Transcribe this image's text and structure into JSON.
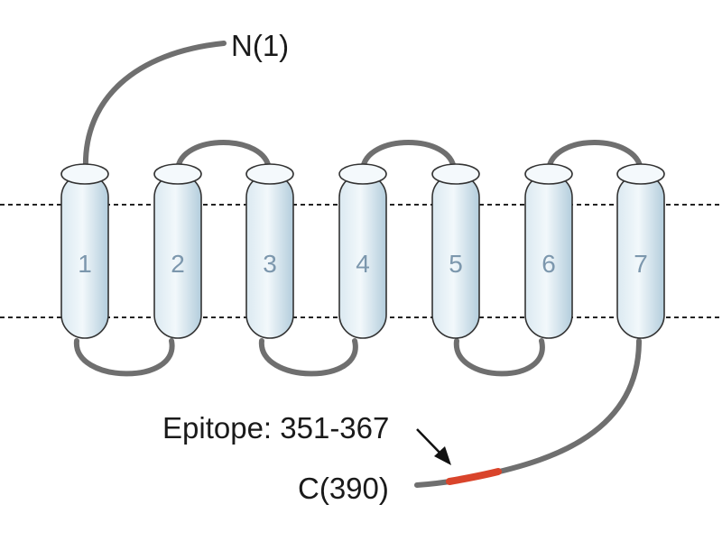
{
  "labels": {
    "n_terminus": "N(1)",
    "c_terminus": "C(390)",
    "epitope": "Epitope: 351-367"
  },
  "helices": [
    {
      "number": "1"
    },
    {
      "number": "2"
    },
    {
      "number": "3"
    },
    {
      "number": "4"
    },
    {
      "number": "5"
    },
    {
      "number": "6"
    },
    {
      "number": "7"
    }
  ],
  "colors": {
    "helix_fill_light": "#eaf3f8",
    "helix_fill_dark": "#b9d2e0",
    "helix_outline": "#333333",
    "loop": "#6f6f6f",
    "epitope": "#d9442b",
    "membrane_line": "#222222",
    "helix_number": "#7c97ad"
  }
}
